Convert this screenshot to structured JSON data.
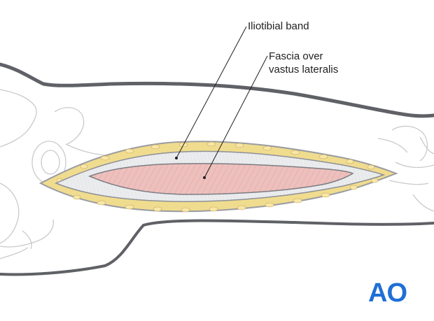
{
  "labels": {
    "iliotibial_band": "Iliotibial band",
    "fascia_line1": "Fascia over",
    "fascia_line2": "vastus lateralis"
  },
  "logo": {
    "text": "AO",
    "color": "#1f6fd6"
  },
  "colors": {
    "outline": "#5f6166",
    "faint_outline": "#c9cacd",
    "fat": "#f0dc8e",
    "fascia": "#e9eaec",
    "muscle": "#eec0bd"
  }
}
